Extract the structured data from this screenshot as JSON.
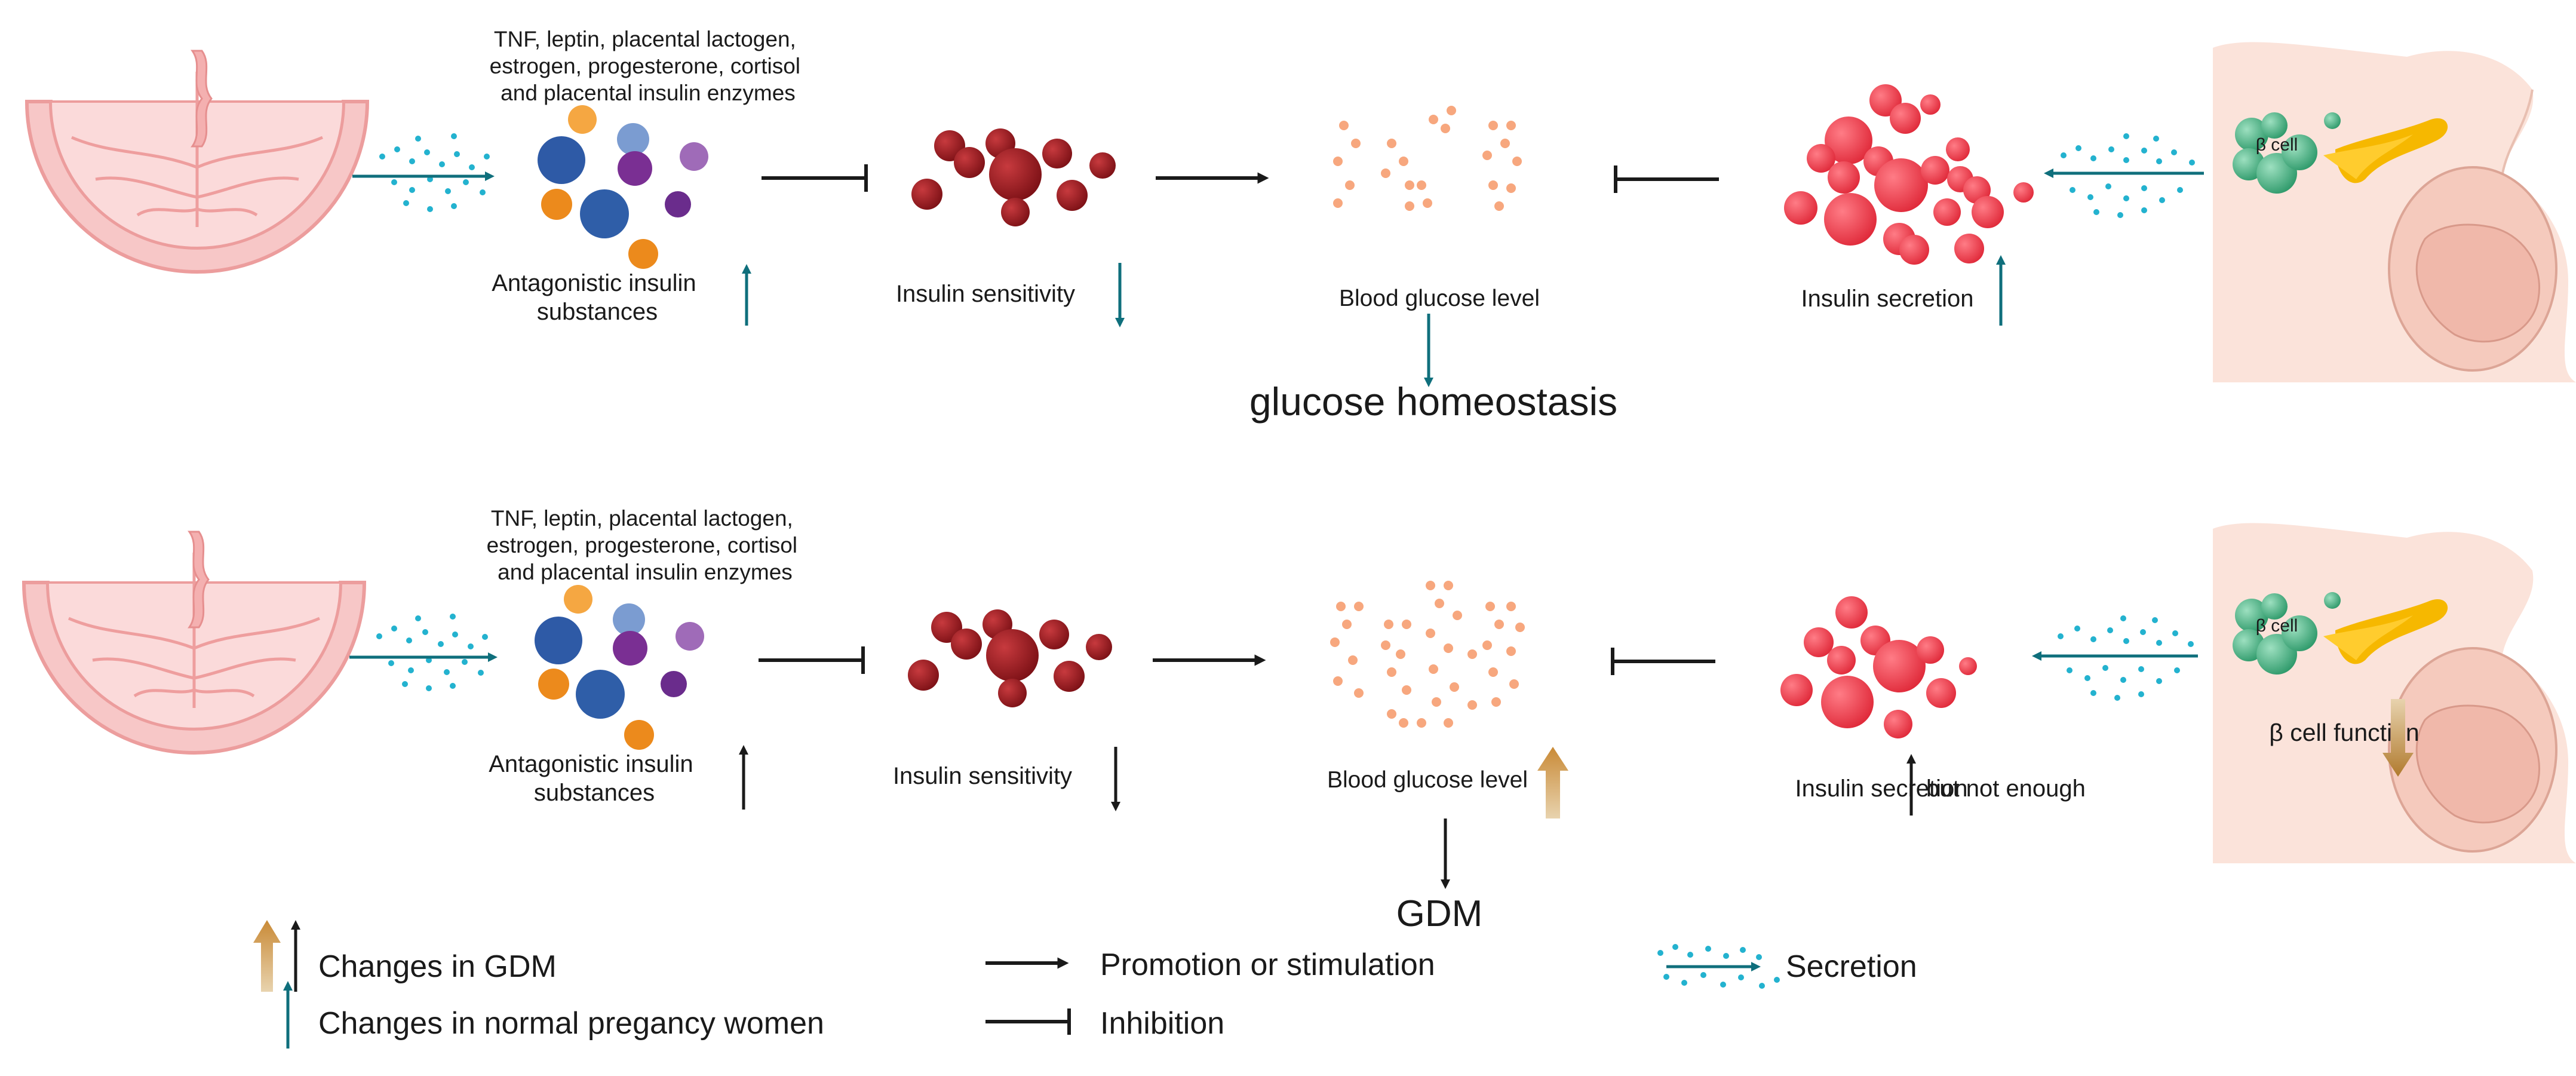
{
  "colors": {
    "teal": "#0f6f7c",
    "black": "#1a1a1a",
    "gold": "#b07a2e",
    "placenta": "#f6b9b9",
    "dark_red_cell": "#9e1f24",
    "red_cell": "#ef3b4a",
    "glucose": "#f7a77e",
    "pancreas": "#f6b800",
    "beta_cell": "#3fb07f",
    "skin": "#f9ddd3",
    "secretion_dots": "#23b2cf"
  },
  "top_row": {
    "hormones": [
      "TNF, leptin, placental lactogen,",
      "estrogen, progesterone, cortisol",
      "and placental insulin enzymes"
    ],
    "antagonistic": [
      "Antagonistic insulin",
      "substances"
    ],
    "insulin_sensitivity": "Insulin sensitivity",
    "blood_glucose": "Blood glucose level",
    "insulin_secretion": "Insulin secretion",
    "beta_cell": "β cell",
    "outcome": "glucose homeostasis"
  },
  "bottom_row": {
    "hormones": [
      "TNF, leptin, placental lactogen,",
      "estrogen, progesterone, cortisol",
      "and placental insulin enzymes"
    ],
    "antagonistic": [
      "Antagonistic insulin",
      "substances"
    ],
    "insulin_sensitivity": "Insulin sensitivity",
    "blood_glucose": "Blood glucose level",
    "insulin_secretion": "Insulin secretion",
    "not_enough": "but not enough",
    "beta_cell": "β cell",
    "beta_cell_function": "β cell function",
    "outcome": "GDM"
  },
  "legend": {
    "gdm": "Changes in GDM",
    "normal": "Changes in normal pregancy women",
    "promotion": "Promotion or stimulation",
    "inhibition": "Inhibition",
    "secretion": "Secretion"
  }
}
